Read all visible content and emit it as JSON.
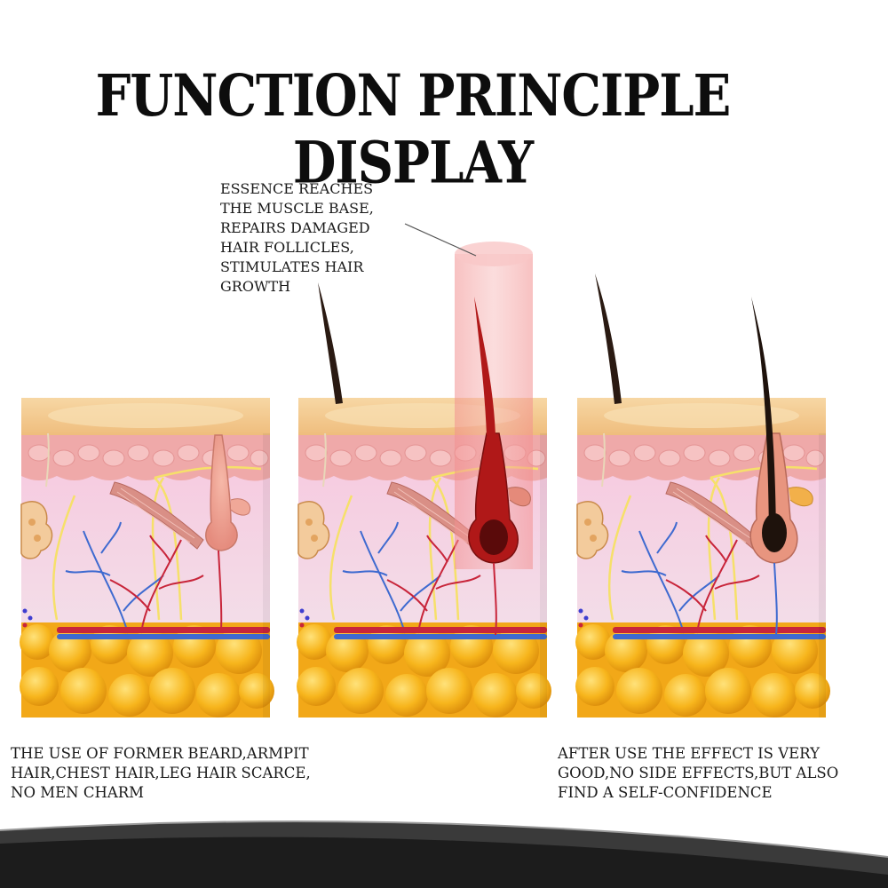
{
  "title": "FUNCTION PRINCIPLE DISPLAY",
  "callout": "ESSENCE REACHES\nTHE MUSCLE BASE,\nREPAIRS DAMAGED\nHAIR FOLLICLES,\nSTIMULATES HAIR\nGROWTH",
  "caption_before": "THE USE OF FORMER BEARD,ARMPIT\nHAIR,CHEST HAIR,LEG HAIR SCARCE,\nNO MEN CHARM",
  "caption_after": "AFTER USE THE EFFECT IS VERY\nGOOD,NO SIDE EFFECTS,BUT ALSO\nFIND A SELF-CONFIDENCE",
  "colors": {
    "fat": "#f5b21c",
    "skin_top": "#f4c98f",
    "dermis": "#f3d2e2",
    "beam": "#f07a7a",
    "hair": "#2a1a12",
    "serum_hair": "#a0101a"
  }
}
